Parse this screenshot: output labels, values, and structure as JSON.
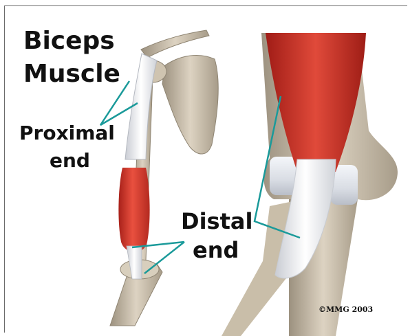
{
  "title": {
    "line1": "Biceps",
    "line2": "Muscle"
  },
  "labels": {
    "proximal": {
      "line1": "Proximal",
      "line2": "end"
    },
    "distal": {
      "line1": "Distal",
      "line2": "end"
    }
  },
  "copyright": "©MMG 2003",
  "colors": {
    "muscle": "#d8352a",
    "bone": "#d2c7b4",
    "tendon": "#eef0f4",
    "pointer_line": "#1a9a9a"
  }
}
